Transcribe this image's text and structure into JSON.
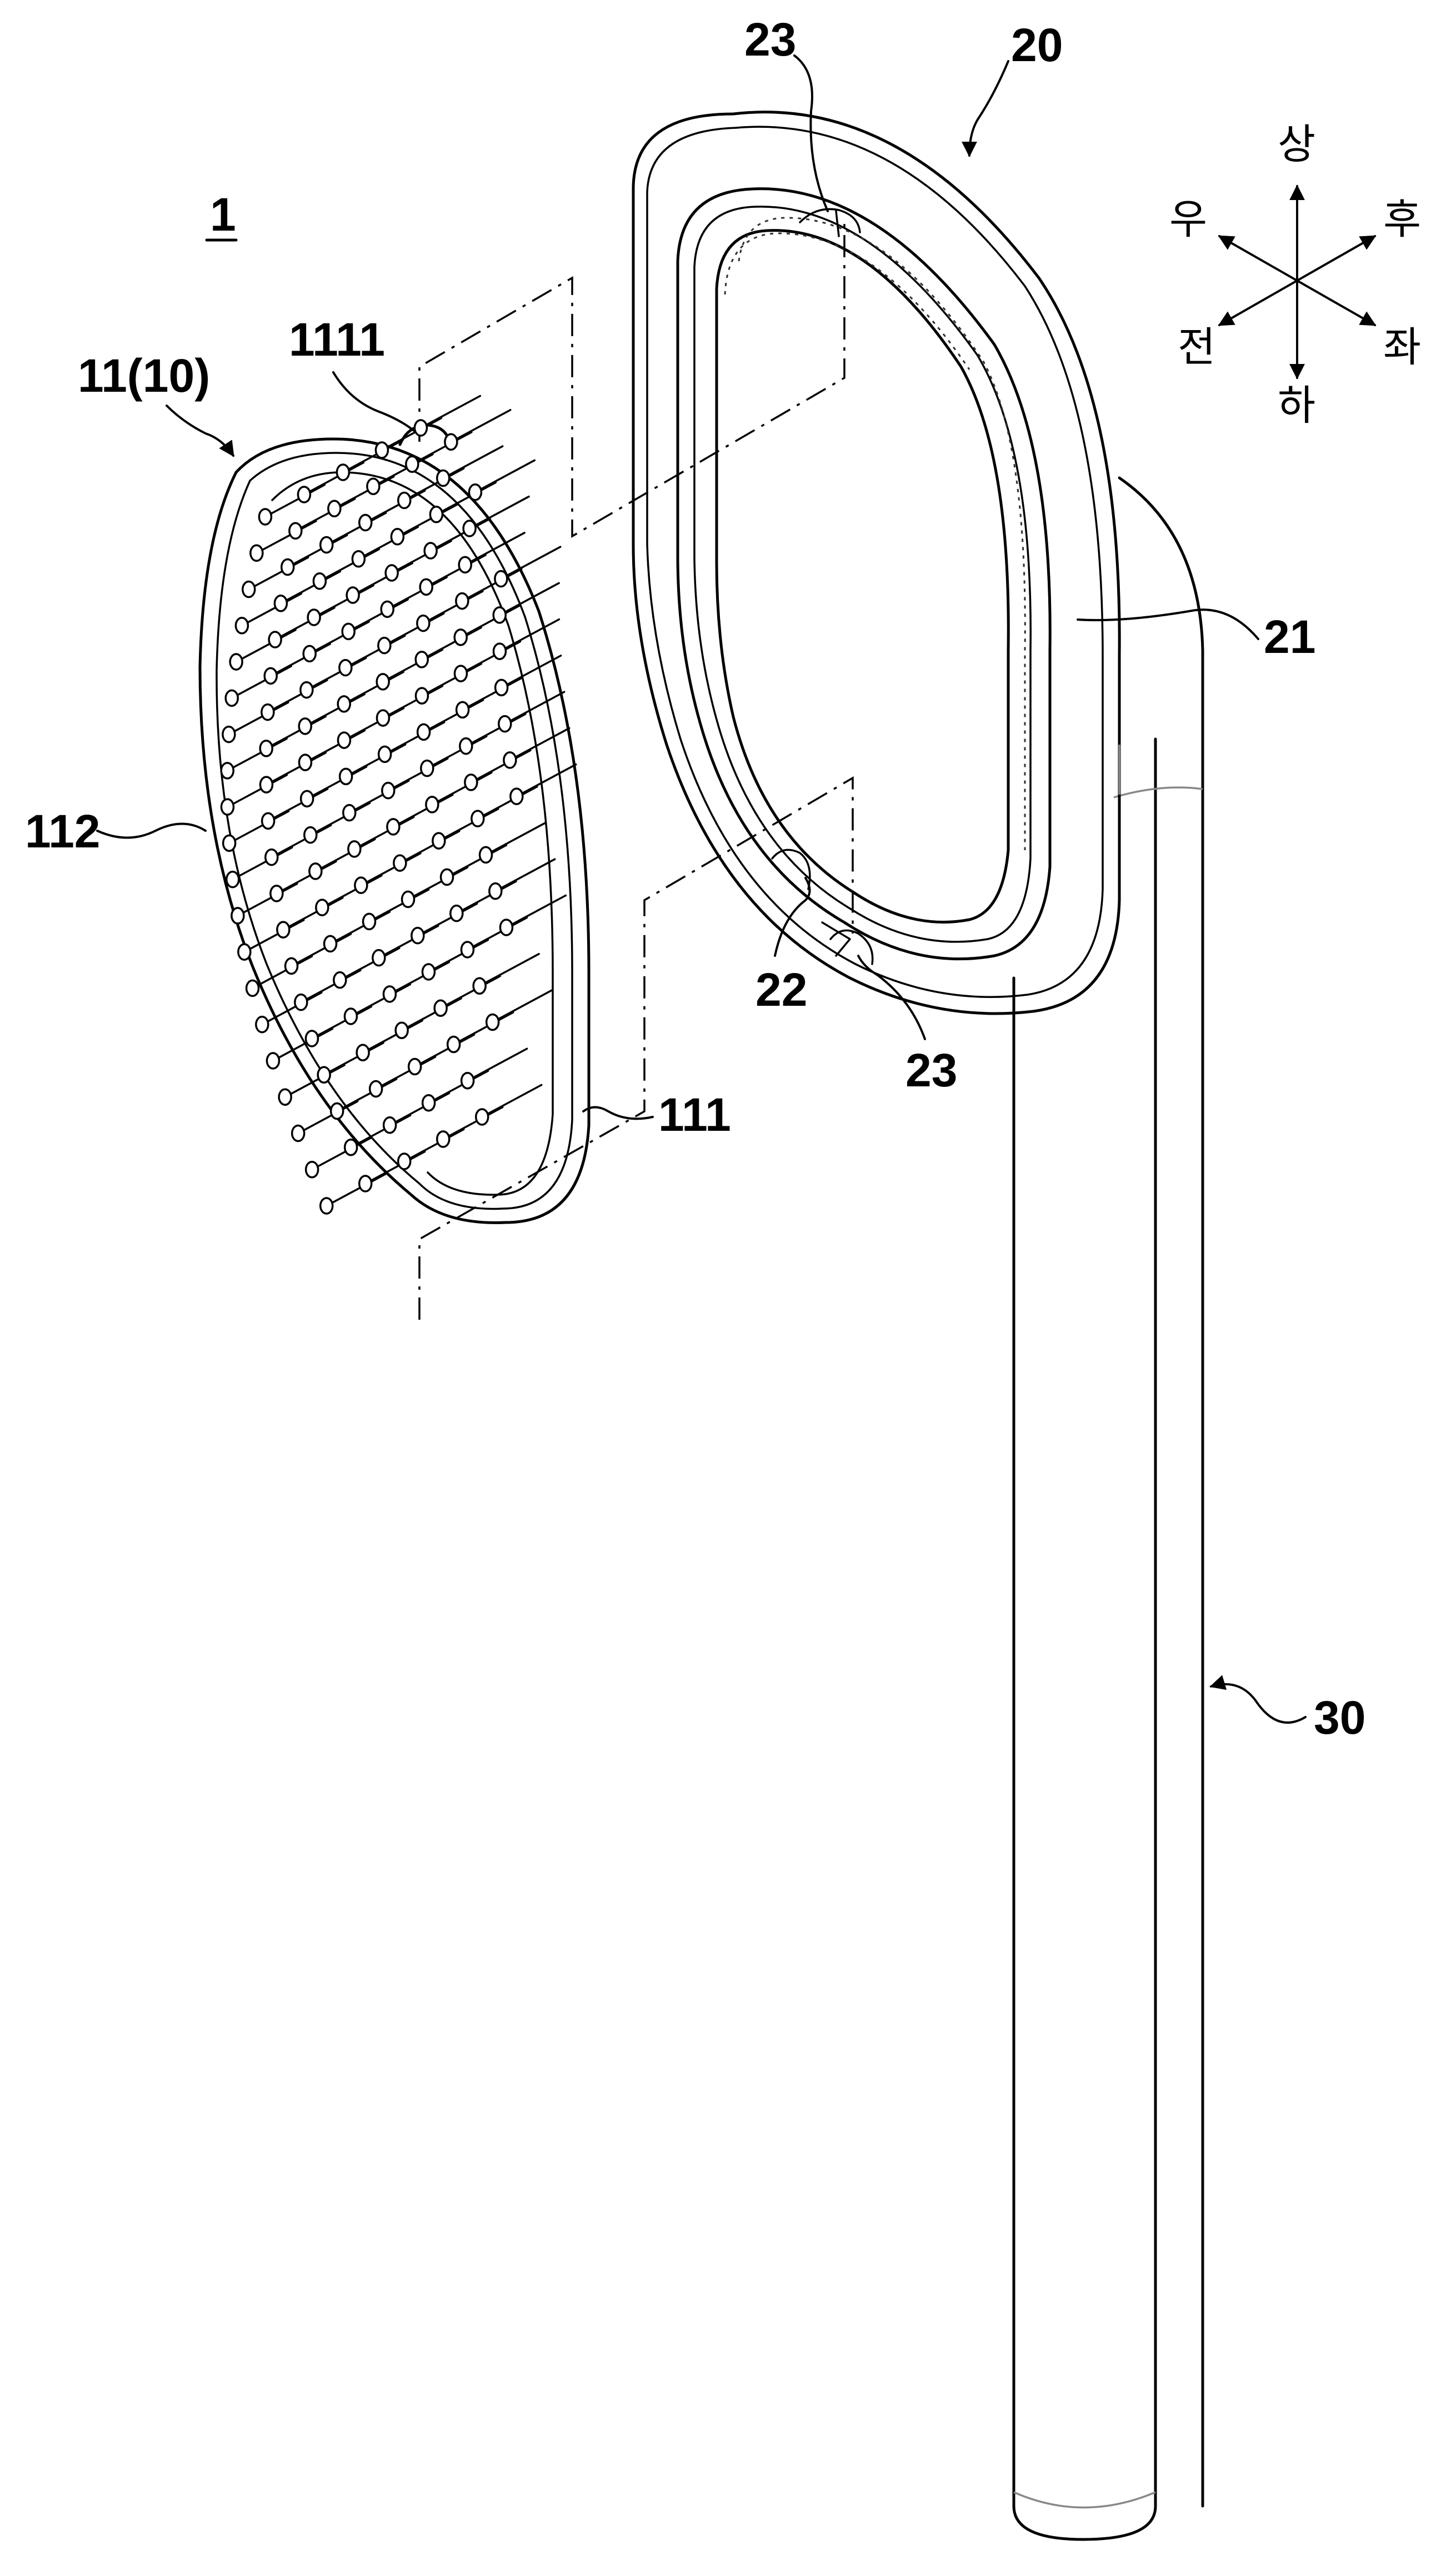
{
  "figure": {
    "assembly_label": "1",
    "labels": {
      "brush_part": "11(10)",
      "protrusion": "1111",
      "bristles": "112",
      "brush_body": "111",
      "frame": "20",
      "frame_wall": "21",
      "groove": "22",
      "slot_top": "23",
      "slot_bottom": "23",
      "handle": "30"
    },
    "directions": {
      "up": "상",
      "down": "하",
      "right": "우",
      "left": "좌",
      "front": "전",
      "rear": "후"
    }
  }
}
